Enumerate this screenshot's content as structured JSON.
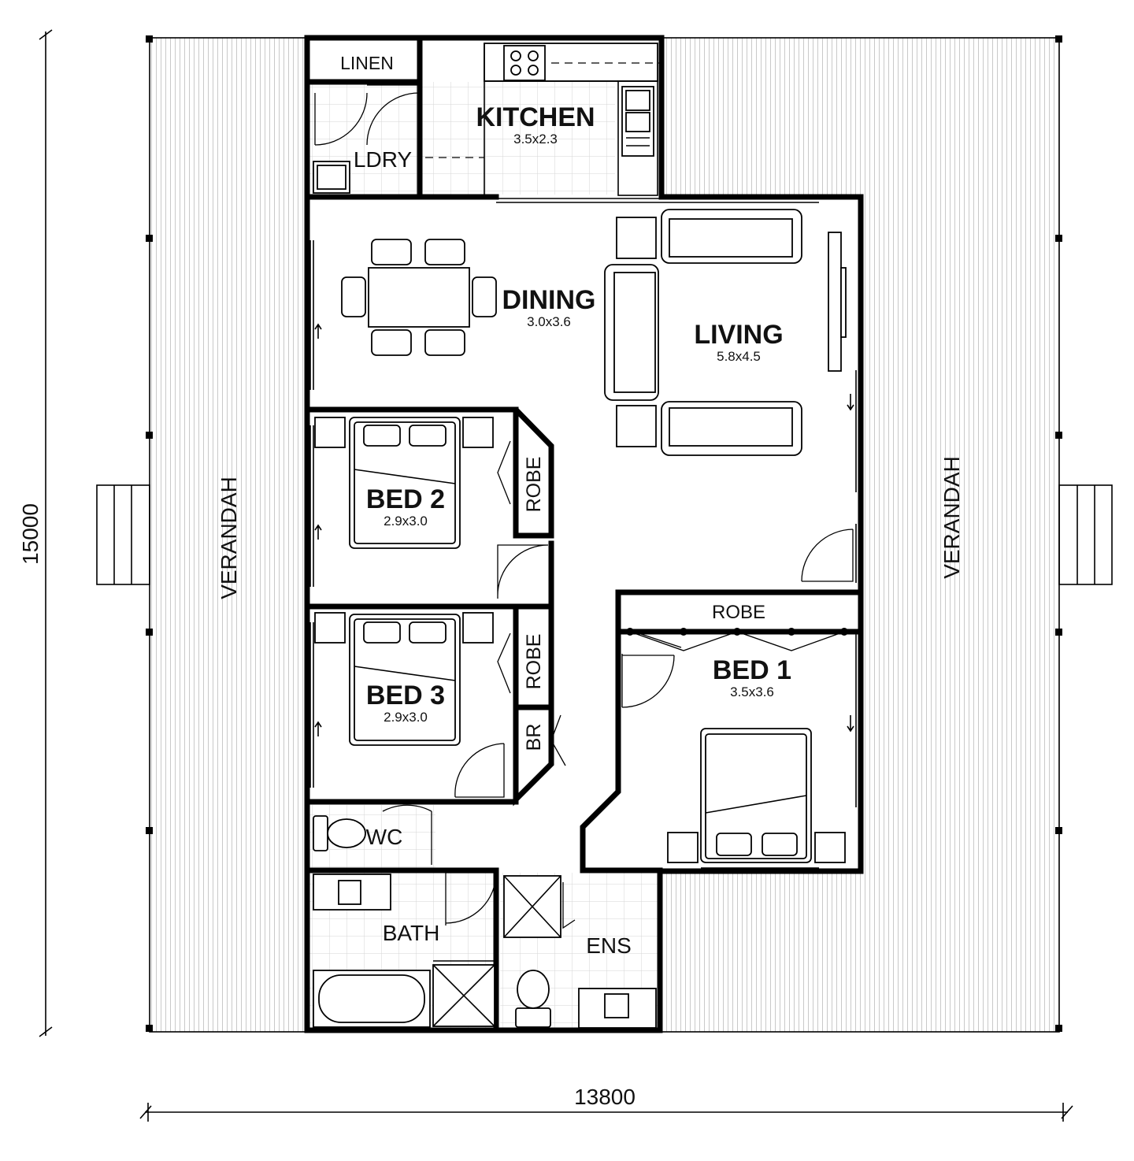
{
  "plan": {
    "rooms": {
      "linen": "LINEN",
      "laundry": "LDRY",
      "kitchen": {
        "name": "KITCHEN",
        "size": "3.5x2.3"
      },
      "dining": {
        "name": "DINING",
        "size": "3.0x3.6"
      },
      "living": {
        "name": "LIVING",
        "size": "5.8x4.5"
      },
      "bed2": {
        "name": "BED 2",
        "size": "2.9x3.0"
      },
      "bed3": {
        "name": "BED 3",
        "size": "2.9x3.0"
      },
      "bed1": {
        "name": "BED 1",
        "size": "3.5x3.6"
      },
      "robe2": "ROBE",
      "robe3": "ROBE",
      "robe1": "ROBE",
      "linen_br": "BR",
      "wc": "WC",
      "bath": "BATH",
      "ensuite": "ENS",
      "verandah_left": "VERANDAH",
      "verandah_right": "VERANDAH"
    },
    "dimensions": {
      "width": "13800",
      "height": "15000"
    }
  }
}
